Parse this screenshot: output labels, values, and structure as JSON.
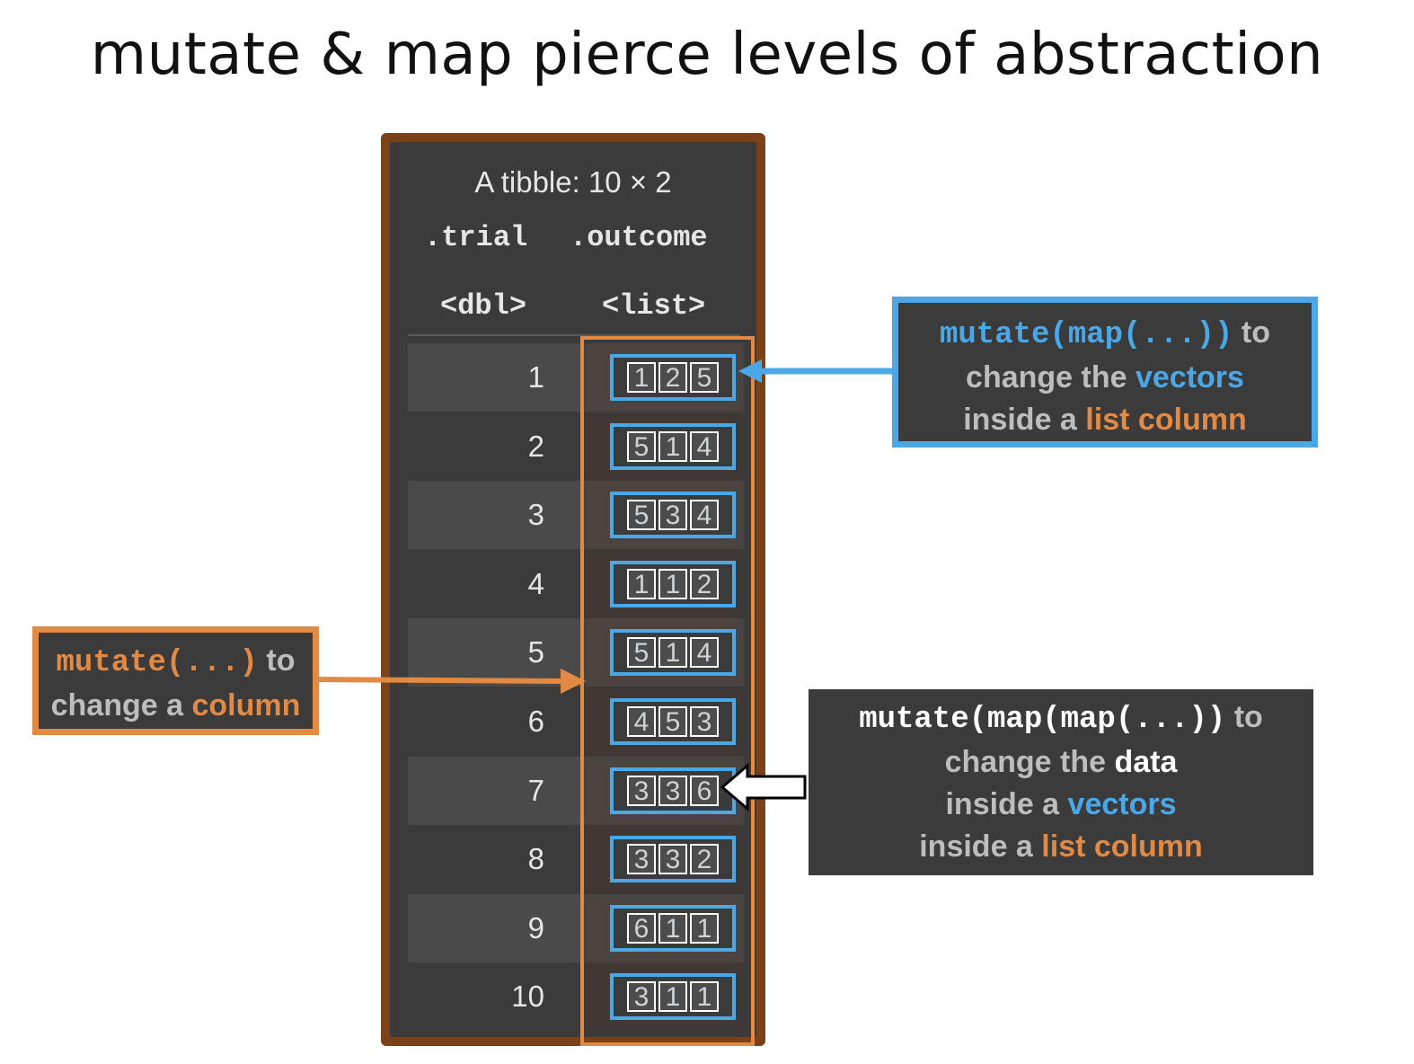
{
  "title": "mutate & map pierce levels of abstraction",
  "tibble": {
    "caption": "A tibble: 10 × 2",
    "columns": [
      {
        "name": ".trial",
        "type": "<dbl>"
      },
      {
        "name": ".outcome",
        "type": "<list>"
      }
    ],
    "rows": [
      {
        "trial": "1",
        "outcome": [
          "1",
          "2",
          "5"
        ]
      },
      {
        "trial": "2",
        "outcome": [
          "5",
          "1",
          "4"
        ]
      },
      {
        "trial": "3",
        "outcome": [
          "5",
          "3",
          "4"
        ]
      },
      {
        "trial": "4",
        "outcome": [
          "1",
          "1",
          "2"
        ]
      },
      {
        "trial": "5",
        "outcome": [
          "5",
          "1",
          "4"
        ]
      },
      {
        "trial": "6",
        "outcome": [
          "4",
          "5",
          "3"
        ]
      },
      {
        "trial": "7",
        "outcome": [
          "3",
          "3",
          "6"
        ]
      },
      {
        "trial": "8",
        "outcome": [
          "3",
          "3",
          "2"
        ]
      },
      {
        "trial": "9",
        "outcome": [
          "6",
          "1",
          "1"
        ]
      },
      {
        "trial": "10",
        "outcome": [
          "3",
          "1",
          "1"
        ]
      }
    ]
  },
  "callouts": {
    "vectors": {
      "code": "mutate(map(...))",
      "to": " to",
      "line2_pre": "change the ",
      "line2_em": "vectors",
      "line3_pre": "inside a ",
      "line3_em": "list column"
    },
    "column": {
      "code": "mutate(...)",
      "to": " to",
      "line2_pre": "change a ",
      "line2_em": "column"
    },
    "data": {
      "code": "mutate(map(map(...))",
      "to": " to",
      "line2_pre": "change the ",
      "line2_em": "data",
      "line3_pre": "inside a ",
      "line3_em": "vectors",
      "line4_pre": "inside a ",
      "line4_em": "list column"
    }
  },
  "colors": {
    "blue": "#4aa8e8",
    "orange": "#e08a45",
    "brown": "#7b4118",
    "panel": "#3b3b3b"
  }
}
